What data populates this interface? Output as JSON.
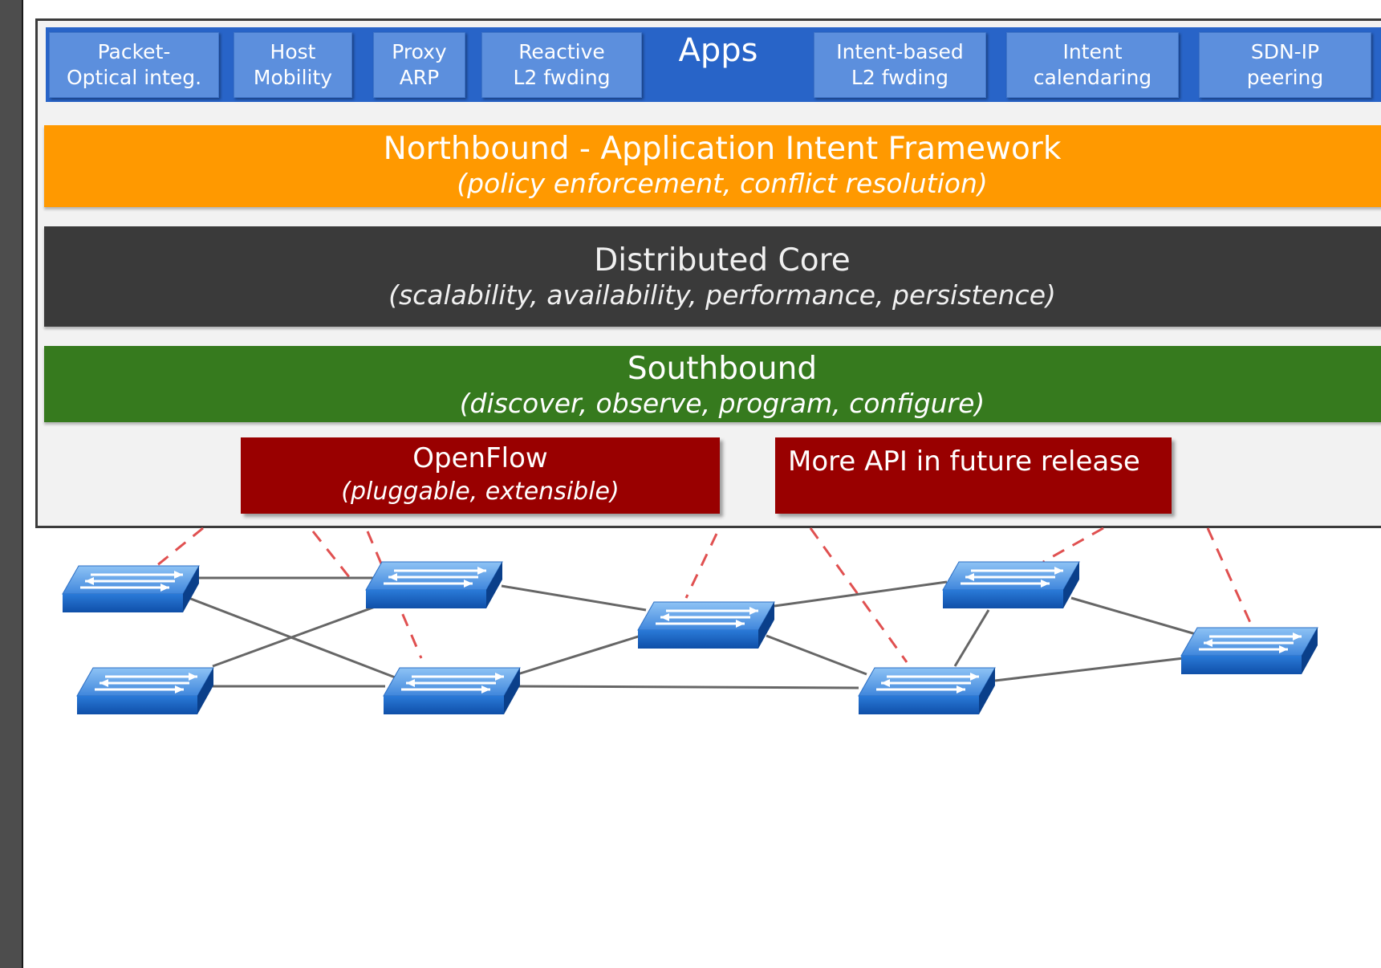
{
  "apps": {
    "title": "Apps",
    "items": [
      {
        "label": "Packet-\nOptical integ."
      },
      {
        "label": "Host\nMobility"
      },
      {
        "label": "Proxy\nARP"
      },
      {
        "label": "Reactive\nL2 fwding"
      },
      {
        "label": "Intent-based\nL2 fwding"
      },
      {
        "label": "Intent\ncalendaring"
      },
      {
        "label": "SDN-IP\npeering"
      }
    ]
  },
  "northbound": {
    "title": "Northbound - Application Intent Framework",
    "subtitle": "(policy enforcement, conflict resolution)"
  },
  "core": {
    "title": "Distributed Core",
    "subtitle": "(scalability, availability, performance, persistence)"
  },
  "southbound": {
    "title": "Southbound",
    "subtitle": "(discover, observe, program, configure)"
  },
  "protocols": {
    "openflow_title": "OpenFlow",
    "openflow_subtitle": "(pluggable, extensible)",
    "more_api": "More API in future release"
  },
  "colors": {
    "apps_band": "#2864c8",
    "app_box": "#5c8fdd",
    "northbound": "#ff9900",
    "core": "#3a3a3a",
    "southbound": "#367a1e",
    "protocol": "#990000",
    "control_link": "#e05050",
    "data_link": "#666666"
  },
  "network": {
    "switches": [
      "switch-1",
      "switch-2",
      "switch-3",
      "switch-4",
      "switch-5",
      "switch-6",
      "switch-7",
      "switch-8"
    ],
    "links": [
      [
        "switch-1",
        "switch-2"
      ],
      [
        "switch-1",
        "switch-5"
      ],
      [
        "switch-4",
        "switch-2"
      ],
      [
        "switch-4",
        "switch-5"
      ],
      [
        "switch-2",
        "switch-3"
      ],
      [
        "switch-5",
        "switch-3"
      ],
      [
        "switch-5",
        "switch-6"
      ],
      [
        "switch-3",
        "switch-7"
      ],
      [
        "switch-3",
        "switch-6"
      ],
      [
        "switch-6",
        "switch-7"
      ],
      [
        "switch-7",
        "switch-8"
      ],
      [
        "switch-6",
        "switch-8"
      ]
    ]
  }
}
